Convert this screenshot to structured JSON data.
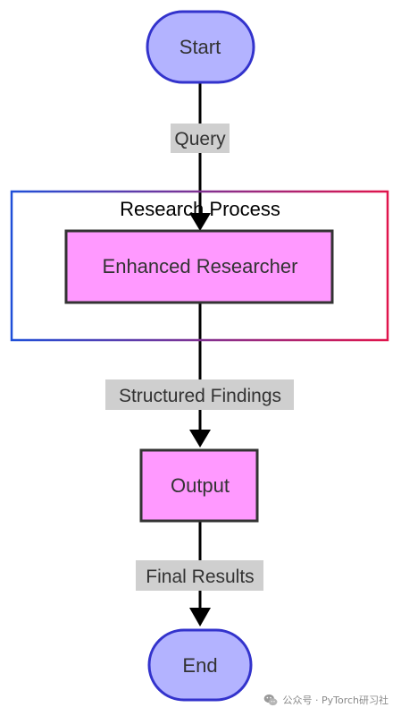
{
  "colors": {
    "terminal_fill": "#b3b3ff",
    "terminal_stroke": "#3333cc",
    "process_fill": "#ff99ff",
    "process_stroke": "#333333",
    "edge": "#000000",
    "edge_label_bg": "#cfcfcf",
    "group_gradient_start": "#1f4fd8",
    "group_gradient_end": "#e0144c"
  },
  "nodes": {
    "start": "Start",
    "researcher": "Enhanced Researcher",
    "output": "Output",
    "end": "End"
  },
  "group": {
    "title": "Research Process"
  },
  "edges": {
    "query": "Query",
    "structured_findings": "Structured Findings",
    "final_results": "Final Results"
  },
  "watermark": {
    "text": "公众号 · PyTorch研习社",
    "icon": "wechat-icon"
  }
}
